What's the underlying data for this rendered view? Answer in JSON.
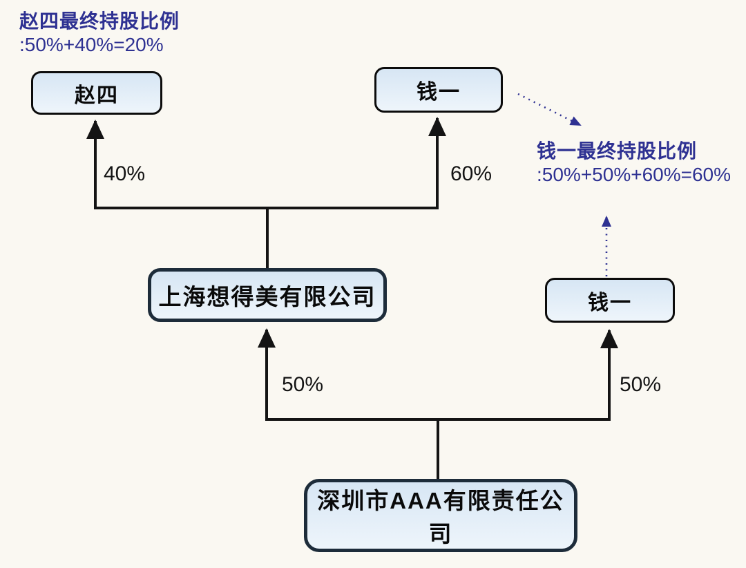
{
  "colors": {
    "canvas_bg": "#faf8f2",
    "annotation": "#2e3192",
    "line": "#141414",
    "node_fill_top": "#d7e6f4",
    "node_fill_bottom": "#eef5fb",
    "node_border": "#0c0c0c",
    "company_border": "#1d2c3a",
    "label_text": "#141414"
  },
  "annotations": {
    "zhaosi": {
      "title": "赵四最终持股比例",
      "formula": ":50%+40%=20%"
    },
    "qianyi": {
      "title": "钱一最终持股比例",
      "formula": ":50%+50%+60%=60%"
    }
  },
  "nodes": {
    "zhaosi": {
      "label": "赵四"
    },
    "qianyi_top": {
      "label": "钱一"
    },
    "shanghai": {
      "label": "上海想得美有限公司"
    },
    "qianyi_right": {
      "label": "钱一"
    },
    "shenzhen": {
      "label": "深圳市AAA有限责任公司"
    }
  },
  "edges": {
    "shanghai_to_zhaosi": "40%",
    "shanghai_to_qianyi": "60%",
    "shenzhen_to_shanghai": "50%",
    "shenzhen_to_qianyi": "50%"
  }
}
